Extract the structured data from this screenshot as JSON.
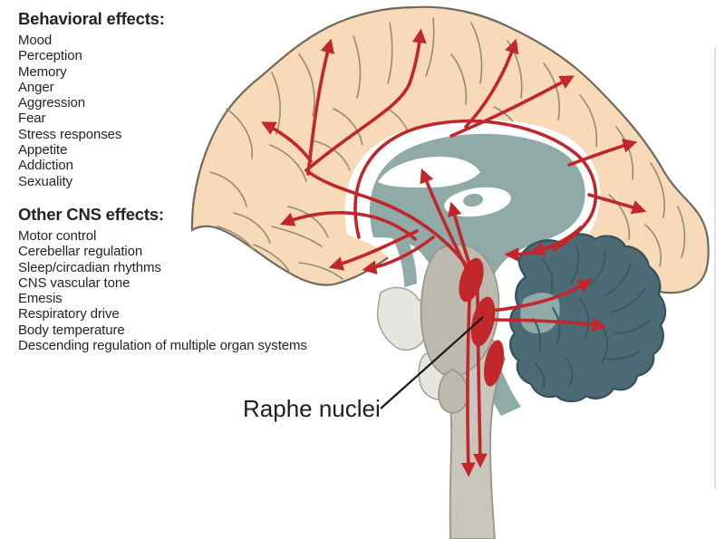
{
  "figure": {
    "behavioral_effects": {
      "heading": "Behavioral effects:",
      "items": [
        "Mood",
        "Perception",
        "Memory",
        "Anger",
        "Aggression",
        "Fear",
        "Stress responses",
        "Appetite",
        "Addiction",
        "Sexuality"
      ]
    },
    "other_cns_effects": {
      "heading": "Other CNS effects:",
      "items": [
        "Motor control",
        "Cerebellar regulation",
        "Sleep/circadian rhythms",
        "CNS vascular tone",
        "Emesis",
        "Respiratory drive",
        "Body temperature",
        "Descending regulation of multiple organ systems"
      ]
    },
    "raphe_label": "Raphe nuclei",
    "colors": {
      "cerebrum_fill": "#f8dab8",
      "cerebrum_outline": "#6e6a5d",
      "sulcus_line": "#948b77",
      "limbic_fill": "#90aba7",
      "cerebellum_fill": "#4d6b74",
      "cerebellum_line": "#34505a",
      "folia_line": "#3c5861",
      "brainstem_fill": "#c9c7bb",
      "brainstem_outline": "#95938a",
      "pons_fill": "#bcbaae",
      "gland_fill": "#e6e6e1",
      "gland_outline": "#a7a69c",
      "pathway_red": "#c1262b",
      "pointer_black": "#1a1a1a",
      "text_black": "#272320",
      "frame_line": "#e0e0e0"
    }
  }
}
